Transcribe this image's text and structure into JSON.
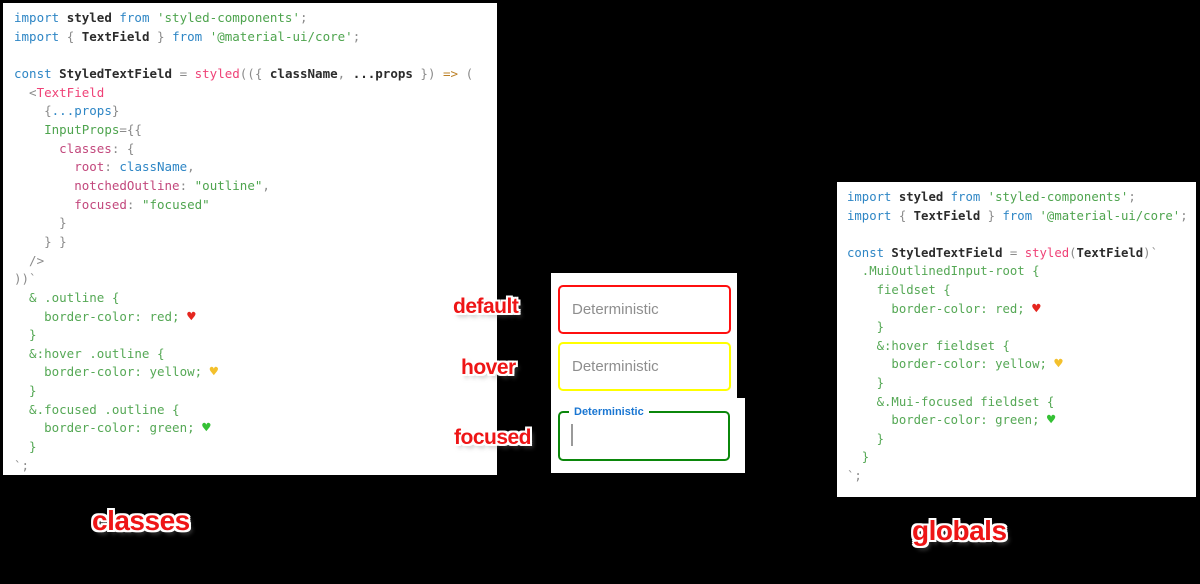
{
  "palette": {
    "background": "#000000",
    "panel": "#ffffff",
    "default_border": "#ff0f0f",
    "hover_border": "#ffff00",
    "focused_border": "#0b870b",
    "focused_label_blue": "#1976d2",
    "placeholder_gray": "#8e8e8e",
    "label_red": "#ee1516",
    "keyword_blue": "#2e86c5",
    "function_pink": "#ef4277",
    "property_magenta": "#c2477c",
    "string_green": "#4ea44e",
    "template_green": "#55a855",
    "arrow_orange": "#bc8026",
    "punctuation_gray": "#8b8b8b"
  },
  "labels": {
    "default": "default",
    "hover": "hover",
    "focused": "focused",
    "classes": "classes",
    "globals": "globals"
  },
  "middle": {
    "placeholder": "Deterministic",
    "focused_label": "Deterministic"
  },
  "left_code": {
    "lines": [
      [
        {
          "t": "import ",
          "c": "kw"
        },
        {
          "t": "styled",
          "c": "id"
        },
        {
          "t": " from ",
          "c": "kw"
        },
        {
          "t": "'styled-components'",
          "c": "str"
        },
        {
          "t": ";",
          "c": "pun"
        }
      ],
      [
        {
          "t": "import ",
          "c": "kw"
        },
        {
          "t": "{ ",
          "c": "pun"
        },
        {
          "t": "TextField",
          "c": "id"
        },
        {
          "t": " } ",
          "c": "pun"
        },
        {
          "t": "from ",
          "c": "kw"
        },
        {
          "t": "'@material-ui/core'",
          "c": "str"
        },
        {
          "t": ";",
          "c": "pun"
        }
      ],
      [],
      [
        {
          "t": "const ",
          "c": "kw"
        },
        {
          "t": "StyledTextField",
          "c": "id"
        },
        {
          "t": " = ",
          "c": "pun"
        },
        {
          "t": "styled",
          "c": "fn"
        },
        {
          "t": "(({ ",
          "c": "pun"
        },
        {
          "t": "className",
          "c": "id"
        },
        {
          "t": ", ",
          "c": "pun"
        },
        {
          "t": "...props",
          "c": "id"
        },
        {
          "t": " }) ",
          "c": "pun"
        },
        {
          "t": "=>",
          "c": "op"
        },
        {
          "t": " (",
          "c": "pun"
        }
      ],
      [
        {
          "t": "  <",
          "c": "pun"
        },
        {
          "t": "TextField",
          "c": "fn"
        }
      ],
      [
        {
          "t": "    {",
          "c": "pun"
        },
        {
          "t": "...props",
          "c": "var"
        },
        {
          "t": "}",
          "c": "pun"
        }
      ],
      [
        {
          "t": "    "
        },
        {
          "t": "InputProps",
          "c": "str"
        },
        {
          "t": "={{",
          "c": "pun"
        }
      ],
      [
        {
          "t": "      "
        },
        {
          "t": "classes",
          "c": "prop"
        },
        {
          "t": ": {",
          "c": "pun"
        }
      ],
      [
        {
          "t": "        "
        },
        {
          "t": "root",
          "c": "prop"
        },
        {
          "t": ": ",
          "c": "pun"
        },
        {
          "t": "className",
          "c": "var"
        },
        {
          "t": ",",
          "c": "pun"
        }
      ],
      [
        {
          "t": "        "
        },
        {
          "t": "notchedOutline",
          "c": "prop"
        },
        {
          "t": ": ",
          "c": "pun"
        },
        {
          "t": "\"outline\"",
          "c": "str"
        },
        {
          "t": ",",
          "c": "pun"
        }
      ],
      [
        {
          "t": "        "
        },
        {
          "t": "focused",
          "c": "prop"
        },
        {
          "t": ": ",
          "c": "pun"
        },
        {
          "t": "\"focused\"",
          "c": "str"
        }
      ],
      [
        {
          "t": "      }",
          "c": "pun"
        }
      ],
      [
        {
          "t": "    } }",
          "c": "pun"
        }
      ],
      [
        {
          "t": "  />",
          "c": "pun"
        }
      ],
      [
        {
          "t": "))`",
          "c": "pun"
        }
      ],
      [
        {
          "t": "  & .outline {",
          "c": "grn"
        }
      ],
      [
        {
          "t": "    border-color: red; ",
          "c": "grn"
        },
        {
          "t": "♥",
          "c": "hr"
        }
      ],
      [
        {
          "t": "  }",
          "c": "grn"
        }
      ],
      [
        {
          "t": "  &:hover .outline {",
          "c": "grn"
        }
      ],
      [
        {
          "t": "    border-color: yellow; ",
          "c": "grn"
        },
        {
          "t": "♥",
          "c": "hy"
        }
      ],
      [
        {
          "t": "  }",
          "c": "grn"
        }
      ],
      [
        {
          "t": "  &.focused .outline {",
          "c": "grn"
        }
      ],
      [
        {
          "t": "    border-color: green; ",
          "c": "grn"
        },
        {
          "t": "♥",
          "c": "hg"
        }
      ],
      [
        {
          "t": "  }",
          "c": "grn"
        }
      ],
      [
        {
          "t": "`;",
          "c": "pun"
        }
      ]
    ]
  },
  "right_code": {
    "lines": [
      [
        {
          "t": "import ",
          "c": "kw"
        },
        {
          "t": "styled",
          "c": "id"
        },
        {
          "t": " from ",
          "c": "kw"
        },
        {
          "t": "'styled-components'",
          "c": "str"
        },
        {
          "t": ";",
          "c": "pun"
        }
      ],
      [
        {
          "t": "import ",
          "c": "kw"
        },
        {
          "t": "{ ",
          "c": "pun"
        },
        {
          "t": "TextField",
          "c": "id"
        },
        {
          "t": " } ",
          "c": "pun"
        },
        {
          "t": "from ",
          "c": "kw"
        },
        {
          "t": "'@material-ui/core'",
          "c": "str"
        },
        {
          "t": ";",
          "c": "pun"
        }
      ],
      [],
      [
        {
          "t": "const ",
          "c": "kw"
        },
        {
          "t": "StyledTextField",
          "c": "id"
        },
        {
          "t": " = ",
          "c": "pun"
        },
        {
          "t": "styled",
          "c": "fn"
        },
        {
          "t": "(",
          "c": "pun"
        },
        {
          "t": "TextField",
          "c": "id"
        },
        {
          "t": ")`",
          "c": "pun"
        }
      ],
      [
        {
          "t": "  .MuiOutlinedInput-root {",
          "c": "grn"
        }
      ],
      [
        {
          "t": "    fieldset {",
          "c": "grn"
        }
      ],
      [
        {
          "t": "      border-color: red; ",
          "c": "grn"
        },
        {
          "t": "♥",
          "c": "hr"
        }
      ],
      [
        {
          "t": "    }",
          "c": "grn"
        }
      ],
      [
        {
          "t": "    &:hover fieldset {",
          "c": "grn"
        }
      ],
      [
        {
          "t": "      border-color: yellow; ",
          "c": "grn"
        },
        {
          "t": "♥",
          "c": "hy"
        }
      ],
      [
        {
          "t": "    }",
          "c": "grn"
        }
      ],
      [
        {
          "t": "    &.Mui-focused fieldset {",
          "c": "grn"
        }
      ],
      [
        {
          "t": "      border-color: green; ",
          "c": "grn"
        },
        {
          "t": "♥",
          "c": "hg"
        }
      ],
      [
        {
          "t": "    }",
          "c": "grn"
        }
      ],
      [
        {
          "t": "  }",
          "c": "grn"
        }
      ],
      [
        {
          "t": "`;",
          "c": "pun"
        }
      ]
    ]
  }
}
